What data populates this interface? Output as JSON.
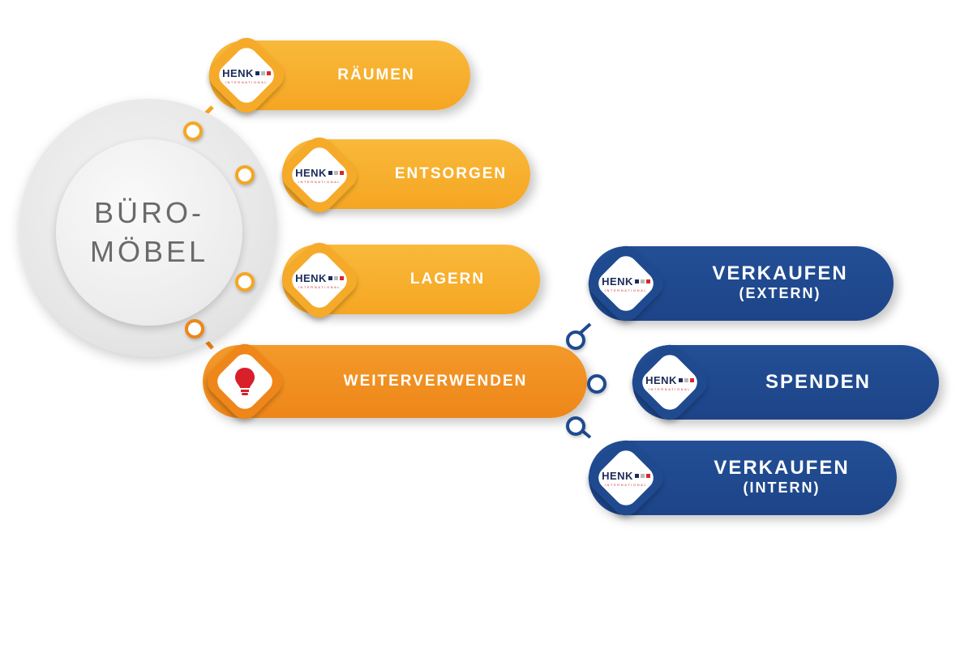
{
  "center": {
    "line1": "BÜRO-",
    "line2": "MÖBEL"
  },
  "logo": {
    "word": "HENK",
    "sub": "INTERNATIONAL"
  },
  "branches": [
    {
      "label": "RÄUMEN"
    },
    {
      "label": "ENTSORGEN"
    },
    {
      "label": "LAGERN"
    },
    {
      "label": "WEITERVERWENDEN"
    }
  ],
  "sub_branches": [
    {
      "label": "VERKAUFEN",
      "sub": "(EXTERN)"
    },
    {
      "label": "SPENDEN"
    },
    {
      "label": "VERKAUFEN",
      "sub": "(INTERN)"
    }
  ],
  "colors": {
    "yellow": "#f5a623",
    "orange": "#ee8619",
    "blue": "#1f4a8f",
    "hub_text": "#6a6a6a"
  },
  "icons": {
    "weiterverwenden": "lightbulb-icon"
  }
}
